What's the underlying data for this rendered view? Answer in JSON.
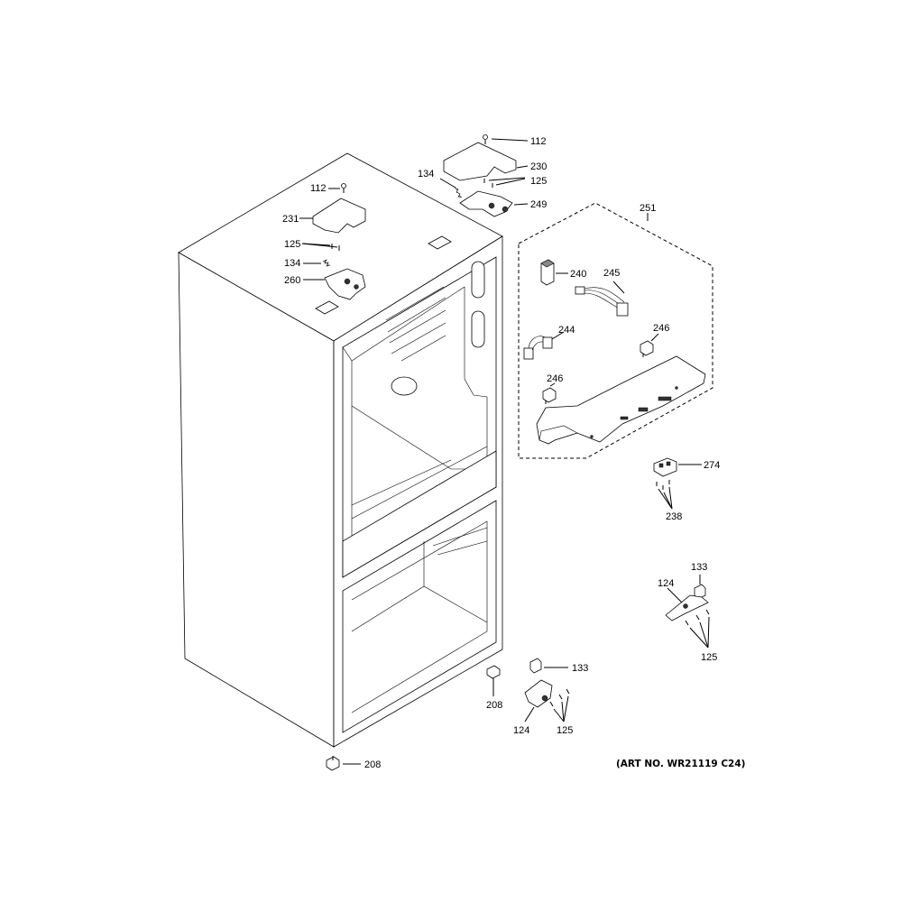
{
  "art_number": "(ART NO. WR21119 C24)",
  "callouts": {
    "c112_top": "112",
    "c230": "230",
    "c134_right": "134",
    "c125_right": "125",
    "c249": "249",
    "c112_left": "112",
    "c231": "231",
    "c125_left": "125",
    "c134_left": "134",
    "c260": "260",
    "c251": "251",
    "c240": "240",
    "c245": "245",
    "c244": "244",
    "c246_a": "246",
    "c246_b": "246",
    "c274": "274",
    "c238": "238",
    "c133_upper": "133",
    "c124_upper": "124",
    "c125_lower_right": "125",
    "c133_lower": "133",
    "c208_right": "208",
    "c124_lower": "124",
    "c125_lower": "125",
    "c208_bottom": "208"
  }
}
